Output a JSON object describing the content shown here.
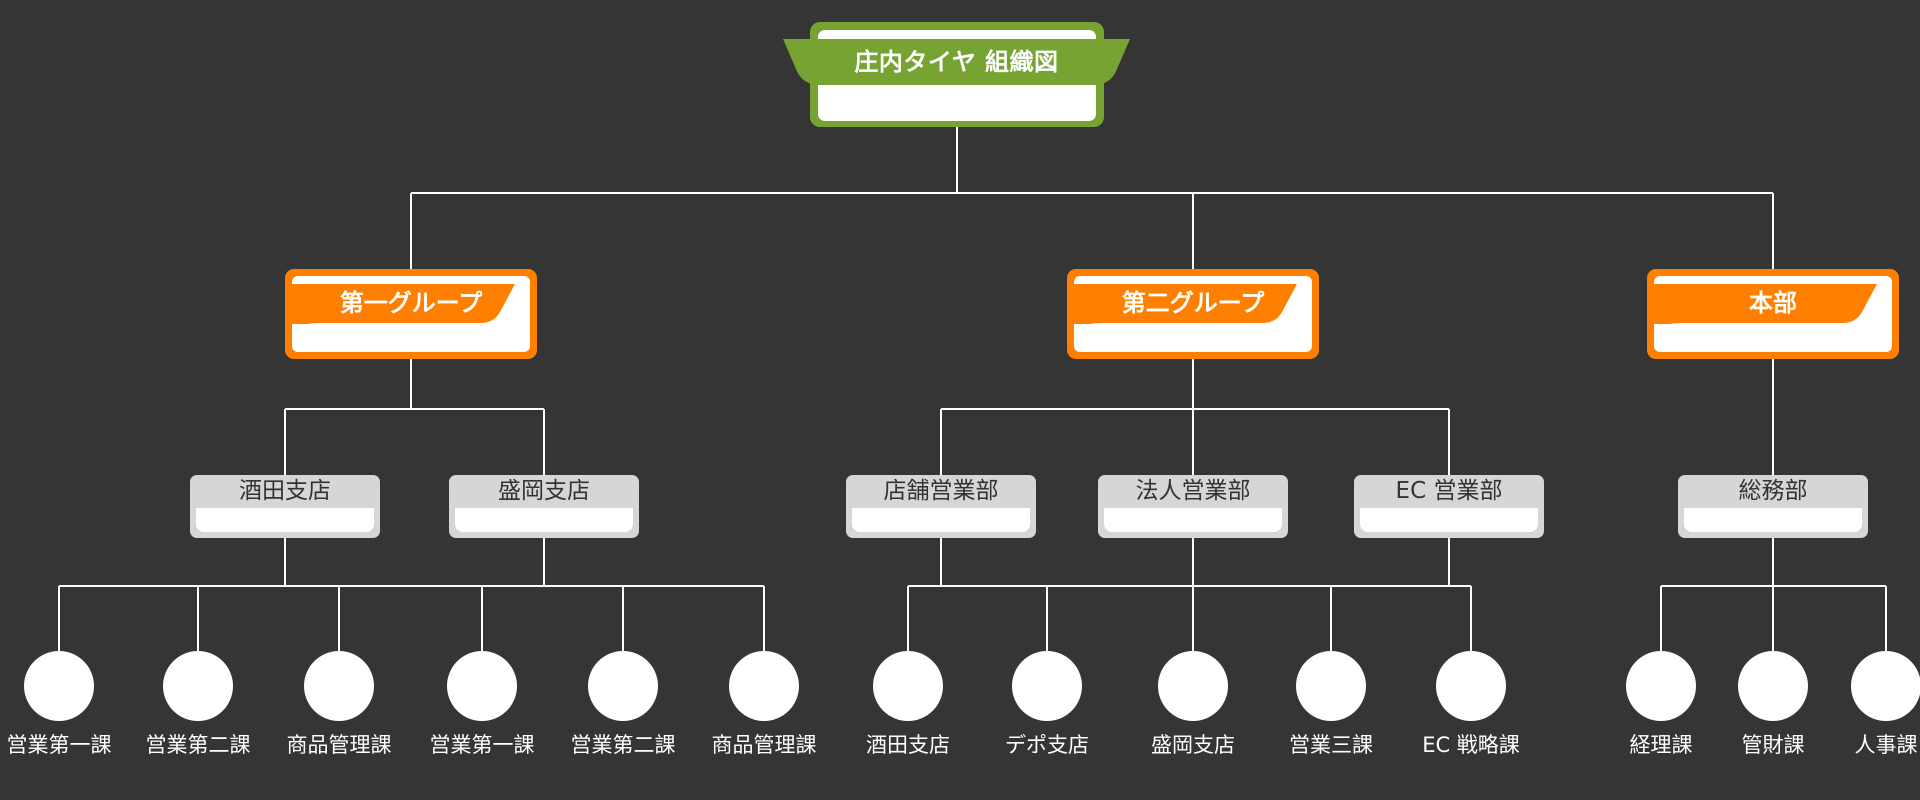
{
  "colors": {
    "background": "#353535",
    "root": "#77a332",
    "group": "#ff8000",
    "dept": "#d6d6d6",
    "line": "#ffffff"
  },
  "root": {
    "title": "庄内タイヤ 組織図",
    "groups": [
      {
        "title": "第一グループ",
        "departments": [
          {
            "title": "酒田支店",
            "sections": [
              "営業第一課",
              "営業第二課",
              "商品管理課"
            ]
          },
          {
            "title": "盛岡支店",
            "sections": [
              "営業第一課",
              "営業第二課",
              "商品管理課"
            ]
          }
        ]
      },
      {
        "title": "第二グループ",
        "departments": [
          {
            "title": "店舗営業部",
            "sections": [
              "酒田支店",
              "デポ支店"
            ]
          },
          {
            "title": "法人営業部",
            "sections": [
              "盛岡支店"
            ]
          },
          {
            "title": "EC 営業部",
            "sections": [
              "営業三課",
              "EC 戦略課"
            ]
          }
        ]
      },
      {
        "title": "本部",
        "departments": [
          {
            "title": "総務部",
            "sections": [
              "経理課",
              "管財課",
              "人事課"
            ]
          }
        ]
      }
    ]
  }
}
